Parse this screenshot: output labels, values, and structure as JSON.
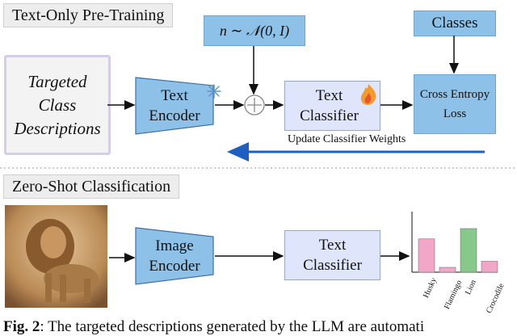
{
  "section_top": "Text-Only Pre-Training",
  "section_bottom": "Zero-Shot Classification",
  "targeted_lines": [
    "Targeted",
    "Class",
    "Descriptions"
  ],
  "noise_label": "n ∼ 𝒩(0, I)",
  "text_encoder_lines": [
    "Text",
    "Encoder"
  ],
  "text_classifier_lines": [
    "Text",
    "Classifier"
  ],
  "classes_label": "Classes",
  "cross_entropy_lines": [
    "Cross Entropy",
    "Loss"
  ],
  "update_label": "Update Classifier Weights",
  "image_encoder_lines": [
    "Image",
    "Encoder"
  ],
  "icons": {
    "frozen": "snowflake-icon",
    "trainable": "fire-icon",
    "combine": "plus-circle-icon"
  },
  "colors": {
    "blue_block": "#8ec1e7",
    "classifier": "#dfe5fb",
    "arrow_blue": "#1f5fbf"
  },
  "caption_prefix": "Fig. 2",
  "caption_rest": ": The targeted descriptions generated by the LLM are automati",
  "chart_data": {
    "type": "bar",
    "categories": [
      "Husky",
      "Flamingo",
      "Lion",
      "Crocodile"
    ],
    "values": [
      0.55,
      0.08,
      0.72,
      0.18
    ],
    "colors": [
      "#f2a6c8",
      "#f2a6c8",
      "#86c98a",
      "#f2a6c8"
    ],
    "ylim": [
      0,
      1
    ]
  }
}
